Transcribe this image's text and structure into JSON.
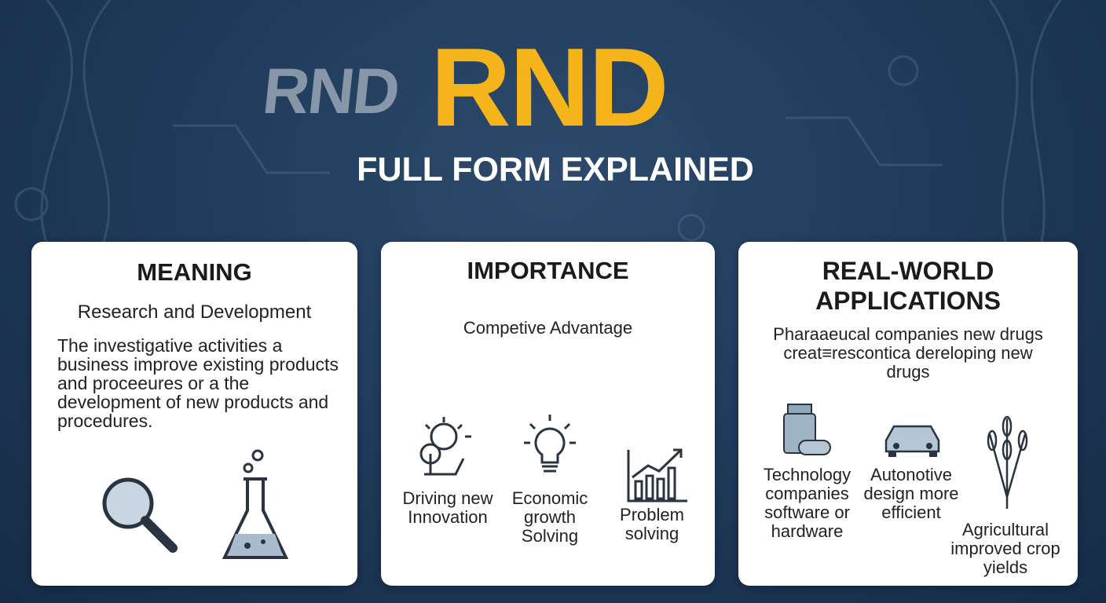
{
  "header": {
    "glitch_text": "RND",
    "title": "RND",
    "subtitle": "FULL FORM EXPLAINED"
  },
  "colors": {
    "background": "#1f3a5a",
    "accent": "#f4b41a",
    "card": "#ffffff"
  },
  "cards": [
    {
      "heading": "MEANING",
      "subheading": "Research and Development",
      "body": "The investigative activities a business improve existing products and proceeures or a the development of new products and procedures.",
      "icons": [
        "magnifying-glass-icon",
        "flask-icon"
      ]
    },
    {
      "heading": "IMPORTANCE",
      "subheading": "Competive Advantage",
      "items": [
        {
          "icon": "idea-hand-icon",
          "label": "Driving new Innovation"
        },
        {
          "icon": "lightbulb-icon",
          "label": "Economic growth Solving"
        },
        {
          "icon": "growth-chart-icon",
          "label": "Problem solving"
        }
      ]
    },
    {
      "heading": "REAL-WORLD APPLICATIONS",
      "subheading": "Pharaaeucal companies new drugs creat≡rescontica dereloping new drugs",
      "items": [
        {
          "icon": "medicine-bottle-icon",
          "label": "Technology companies software or hardware"
        },
        {
          "icon": "car-icon",
          "label": "Autonotive design more efficient"
        },
        {
          "icon": "wheat-icon",
          "label": "Agricultural improved crop yields"
        }
      ]
    }
  ]
}
